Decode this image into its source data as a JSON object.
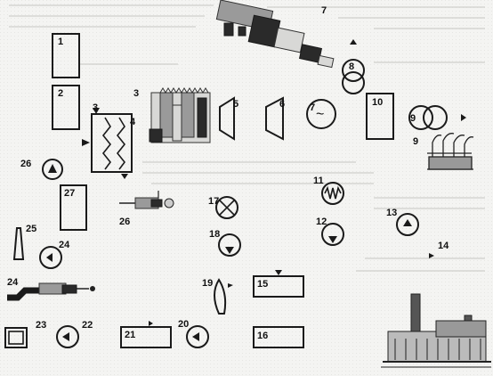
{
  "labels": {
    "n1": "1",
    "n2": "2",
    "n3a": "3",
    "n3b": "3",
    "n4": "4",
    "n5": "5",
    "n6": "6",
    "n7a": "7",
    "n7b": "7",
    "n8": "8",
    "n9a": "9",
    "n9b": "9",
    "n10": "10",
    "n11": "11",
    "n12": "12",
    "n13": "13",
    "n14": "14",
    "n15": "15",
    "n16": "16",
    "n17": "17",
    "n18": "18",
    "n19": "19",
    "n20": "20",
    "n21": "21",
    "n22": "22",
    "n23": "23",
    "n24a": "24",
    "n24b": "24",
    "n25": "25",
    "n26a": "26",
    "n26b": "26",
    "n27": "27"
  },
  "icons": {
    "generator": "~",
    "pump": "circle-with-triangle",
    "heater": "circle-with-x",
    "heat_exchanger": "circle-with-zigzag",
    "transformer": "double-circle"
  },
  "colors": {
    "ink": "#1a1a1a",
    "paper": "#f4f4f2"
  }
}
